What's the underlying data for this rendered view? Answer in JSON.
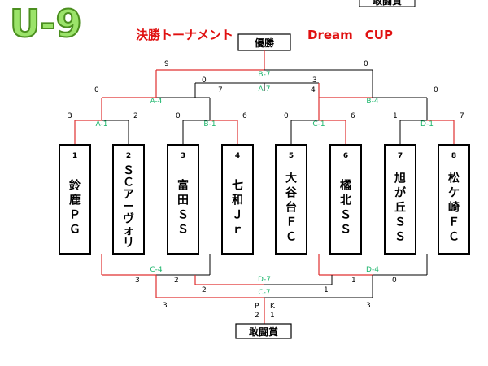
{
  "logo": "U-9",
  "title_left": "決勝トーナメント",
  "title_right": "Dream　CUP",
  "champion_label": "優勝",
  "fighting_spirit_label": "敢闘賞",
  "colors": {
    "winner_line": "#e03030",
    "loser_line": "#000000",
    "match_label": "#19b56a",
    "title_red": "#e01010"
  },
  "teams": [
    {
      "num": "1",
      "name": "鈴鹿ＰＧ"
    },
    {
      "num": "2",
      "name": "ＳＣアーヴォリ"
    },
    {
      "num": "3",
      "name": "富田ＳＳ"
    },
    {
      "num": "4",
      "name": "七和Ｊｒ"
    },
    {
      "num": "5",
      "name": "大谷台ＦＣ"
    },
    {
      "num": "6",
      "name": "橘北ＳＳ"
    },
    {
      "num": "7",
      "name": "旭が丘ＳＳ"
    },
    {
      "num": "8",
      "name": "松ケ崎ＦＣ"
    }
  ],
  "upper_matches": [
    {
      "label": "A-1",
      "score_left": "3",
      "score_right": "2"
    },
    {
      "label": "B-1",
      "score_left": "0",
      "score_right": "6"
    },
    {
      "label": "C-1",
      "score_left": "0",
      "score_right": "6"
    },
    {
      "label": "D-1",
      "score_left": "1",
      "score_right": "7"
    },
    {
      "label": "A-4",
      "score_left": "0",
      "score_right": "7"
    },
    {
      "label": "B-4",
      "score_left": "3",
      "score_right": "0"
    },
    {
      "label": "A-7",
      "score_left": "0",
      "score_right": "4"
    },
    {
      "label": "B-7",
      "score_left": "9",
      "score_right": "0"
    }
  ],
  "lower_matches": [
    {
      "label": "C-4",
      "score_left": "3",
      "score_right": "2"
    },
    {
      "label": "D-4",
      "score_left": "1",
      "score_right": "0"
    },
    {
      "label": "D-7",
      "score_left": "2",
      "score_right": "1"
    },
    {
      "label": "C-7",
      "score_left": "3",
      "score_right": "3"
    }
  ],
  "pk": {
    "p_label": "P",
    "k_label": "K",
    "left": "2",
    "right": "1"
  },
  "top_right_label": "敢闘賞"
}
